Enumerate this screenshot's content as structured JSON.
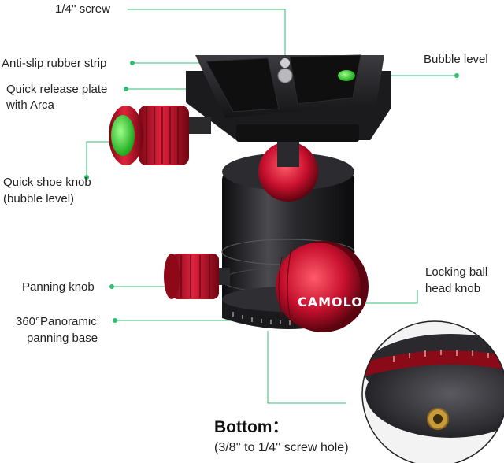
{
  "labels": {
    "screw": "1/4'' screw",
    "anti_slip": "Anti-slip rubber strip",
    "bubble_level": "Bubble level",
    "qr_plate_line1": "Quick release plate",
    "qr_plate_line2": "with Arca",
    "shoe_knob_line1": "Quick shoe knob",
    "shoe_knob_line2": "(bubble level)",
    "panning_knob": "Panning knob",
    "locking_line1": "Locking ball",
    "locking_line2": "head knob",
    "panoramic_line1": "360°Panoramic",
    "panoramic_line2": "panning base"
  },
  "bottom": {
    "title": "Bottom：",
    "subtitle": "(3/8'' to 1/4'' screw hole)"
  },
  "brand": "CAMOLO",
  "colors": {
    "leader_line": "#2fbf71",
    "knob_red": "#c8102e",
    "body_black": "#1c1c1e",
    "bubble_green": "#3fe03a"
  }
}
